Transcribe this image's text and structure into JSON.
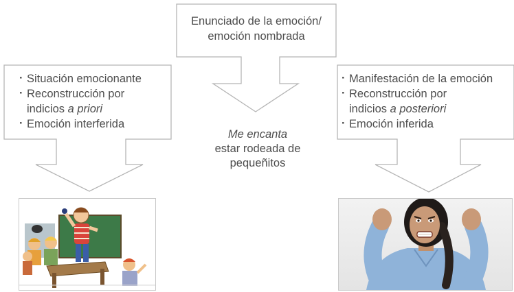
{
  "top_box": {
    "line1": "Enunciado de la emoción/",
    "line2": "emoción nombrada"
  },
  "left_box": {
    "item1": "Situación emocionante",
    "item2_line1": "Reconstrucción por",
    "item2_line2_plain": "indicios ",
    "item2_line2_italic": "a priori",
    "item3": "Emoción interferida"
  },
  "right_box": {
    "item1": "Manifestación de la emoción",
    "item2_line1": "Reconstrucción por",
    "item2_line2_plain": "indicios ",
    "item2_line2_italic": "a posteriori",
    "item3": "Emoción inferida"
  },
  "center_quote": {
    "italic": "Me encanta",
    "line2": "estar rodeada de",
    "line3": "pequeñitos"
  }
}
